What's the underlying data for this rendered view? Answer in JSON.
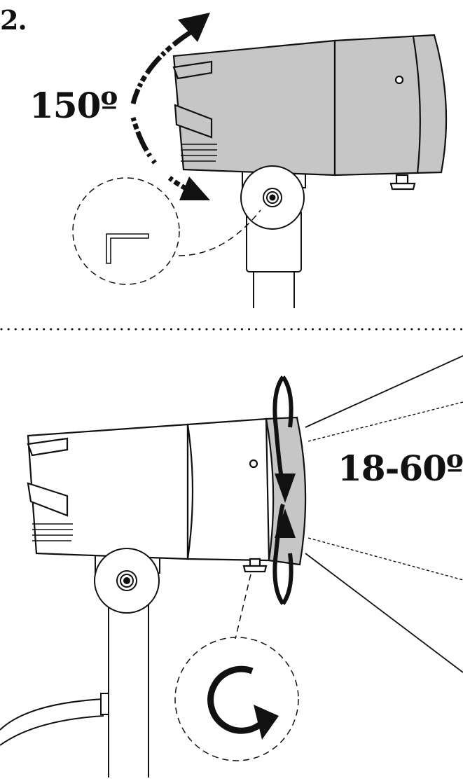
{
  "step_number": "2.",
  "tilt_angle_label": "150º",
  "beam_angle_label": "18-60º",
  "colors": {
    "housing_fill": "#c6c6c6",
    "lens_ring_fill": "#c6c6c6",
    "body_fill": "#ffffff",
    "line": "#111111"
  },
  "icons": [
    "tilt-arrow-icon",
    "allen-key-icon",
    "rotate-arrow-icon",
    "zoom-arrow-icon"
  ]
}
